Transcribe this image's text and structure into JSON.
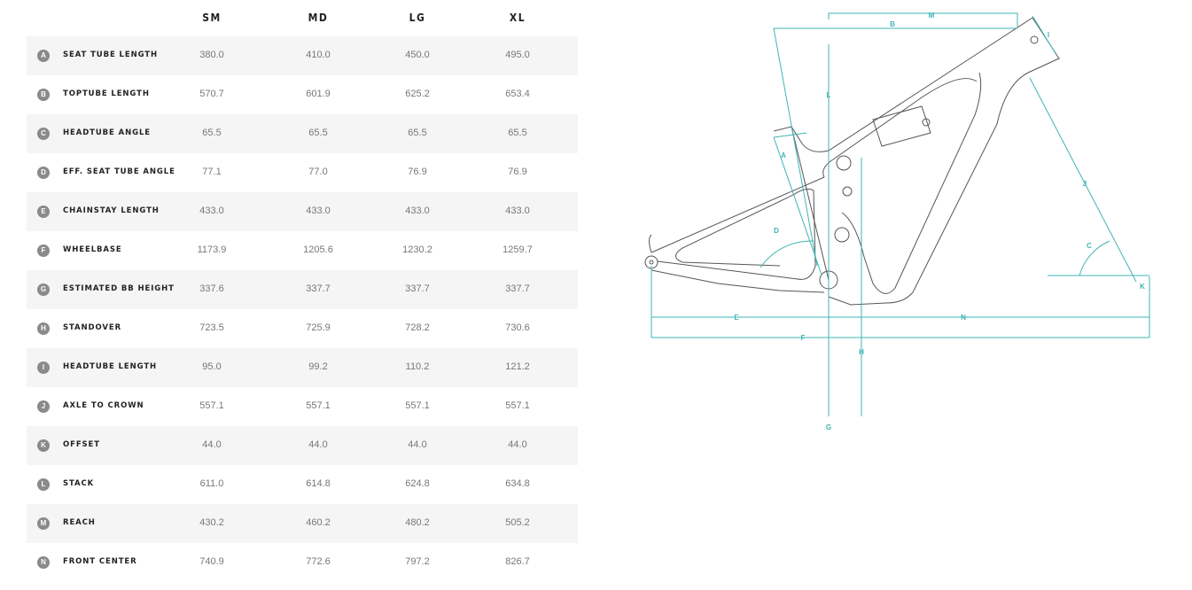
{
  "sizes": [
    "SM",
    "MD",
    "LG",
    "XL"
  ],
  "rows": [
    {
      "key": "A",
      "label": "SEAT TUBE LENGTH",
      "values": [
        "380.0",
        "410.0",
        "450.0",
        "495.0"
      ]
    },
    {
      "key": "B",
      "label": "TOPTUBE LENGTH",
      "values": [
        "570.7",
        "601.9",
        "625.2",
        "653.4"
      ]
    },
    {
      "key": "C",
      "label": "HEADTUBE ANGLE",
      "values": [
        "65.5",
        "65.5",
        "65.5",
        "65.5"
      ]
    },
    {
      "key": "D",
      "label": "EFF. SEAT TUBE ANGLE",
      "values": [
        "77.1",
        "77.0",
        "76.9",
        "76.9"
      ]
    },
    {
      "key": "E",
      "label": "CHAINSTAY LENGTH",
      "values": [
        "433.0",
        "433.0",
        "433.0",
        "433.0"
      ]
    },
    {
      "key": "F",
      "label": "WHEELBASE",
      "values": [
        "1173.9",
        "1205.6",
        "1230.2",
        "1259.7"
      ]
    },
    {
      "key": "G",
      "label": "ESTIMATED BB HEIGHT",
      "values": [
        "337.6",
        "337.7",
        "337.7",
        "337.7"
      ]
    },
    {
      "key": "H",
      "label": "STANDOVER",
      "values": [
        "723.5",
        "725.9",
        "728.2",
        "730.6"
      ]
    },
    {
      "key": "I",
      "label": "HEADTUBE LENGTH",
      "values": [
        "95.0",
        "99.2",
        "110.2",
        "121.2"
      ]
    },
    {
      "key": "J",
      "label": "AXLE TO CROWN",
      "values": [
        "557.1",
        "557.1",
        "557.1",
        "557.1"
      ]
    },
    {
      "key": "K",
      "label": "OFFSET",
      "values": [
        "44.0",
        "44.0",
        "44.0",
        "44.0"
      ]
    },
    {
      "key": "L",
      "label": "STACK",
      "values": [
        "611.0",
        "614.8",
        "624.8",
        "634.8"
      ]
    },
    {
      "key": "M",
      "label": "REACH",
      "values": [
        "430.2",
        "460.2",
        "480.2",
        "505.2"
      ]
    },
    {
      "key": "N",
      "label": "FRONT CENTER",
      "values": [
        "740.9",
        "772.6",
        "797.2",
        "826.7"
      ]
    }
  ],
  "diagram": {
    "labels": [
      "A",
      "B",
      "C",
      "D",
      "E",
      "F",
      "G",
      "H",
      "I",
      "J",
      "K",
      "L",
      "M",
      "N"
    ],
    "accent": "#3fb4b4"
  }
}
